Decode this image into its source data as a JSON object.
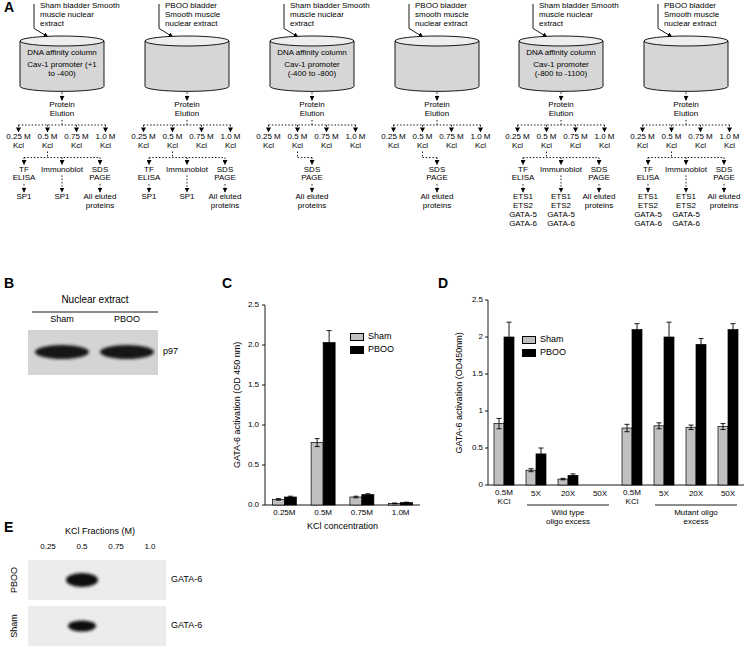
{
  "diagram": {
    "nodes": [
      {
        "text": [
          "DNA affinity column",
          "Cav-1 promoter (+1 to -400)"
        ]
      },
      {
        "text": [
          "DNA affinity column",
          "Cav-1 promoter (-400 to -800)"
        ]
      },
      {
        "text": [
          "DNA affinity column",
          "Cav-1 promoter (-800 to -1100)"
        ]
      }
    ],
    "labels": [
      "A",
      "Sham bladder Smooth muscle nuclear extract",
      "Protein Elution",
      "0.25 M Kcl",
      "0.5 M Kcl",
      "0.75 M Kcl",
      "1.0 M Kcl",
      "TF ELISA",
      "Immunoblot",
      "SDS PAGE",
      "SP1",
      "SP1",
      "All eluted proteins",
      "PBOO bladder Smooth muscle nuclear extract",
      "Protein Elution",
      "0.25 M Kcl",
      "0.5 M Kcl",
      "0.75 M Kcl",
      "1.0 M Kcl",
      "TF ELISA",
      "Immunoblot",
      "SDS PAGE",
      "SP1",
      "SP1",
      "All eluted proteins",
      "Sham bladder Smooth muscle nuclear extract",
      "Protein Elution",
      "0.25 M Kcl",
      "0.5 M Kcl",
      "0.75 M Kcl",
      "1.0 M Kcl",
      "SDS PAGE",
      "All eluted proteins",
      "PBOO bladder smooth muscle nuclear extract",
      "Protein Elution",
      "0.25 M Kcl",
      "0.5 M Kcl",
      "0.75 M Kcl",
      "1.0 M Kcl",
      "SDS PAGE",
      "All eluted proteins",
      "Sham bladder Smooth muscle nuclear extract",
      "Protein Elution",
      "0.25 M Kcl",
      "0.5 M Kcl",
      "0.75 M Kcl",
      "1.0 M Kcl",
      "TF ELISA",
      "Immunoblot",
      "SDS PAGE",
      "ETS1 ETS2 GATA-5 GATA-6",
      "ETS1 ETS2 GATA-5 GATA-6",
      "All eluted proteins",
      "PBOO bladder Smooth muscle nuclear extract",
      "Protein Elution",
      "0.25 M Kcl",
      "0.5 M Kcl",
      "0.75 M Kcl",
      "1.0 M Kcl",
      "TF ELISA",
      "Immunoblot",
      "SDS PAGE",
      "ETS1 ETS2 GATA-5 GATA-6",
      "ETS1 ETS2 GATA-5 GATA-6",
      "All eluted proteins",
      "B",
      "Nuclear extract",
      "Sham",
      "PBOO",
      "p97",
      "C",
      "GATA-6 activation (OD 450 nm)",
      "0.0",
      "0.5",
      "1.0",
      "1.5",
      "2.0",
      "2.5",
      "0.25M",
      "0.5M",
      "0.75M",
      "1.0M",
      "KCl concentration",
      "D",
      "GATA-6 activation (OD450nm)",
      "0",
      "0.5",
      "1",
      "1.5",
      "2",
      "2.5",
      "0.5M KCl",
      "5X",
      "20X",
      "50X",
      "Wild type oligo excess",
      "0.5M KCl",
      "5X",
      "20X",
      "50X",
      "Mutant oligo excess",
      "E",
      "KCl Fractions (M)",
      "0.25",
      "0.5",
      "0.75",
      "1.0",
      "PBOO",
      "Sham",
      "GATA-6",
      "GATA-6"
    ],
    "legend": [
      {
        "text": "Sham",
        "color": "#c0c0c0"
      },
      {
        "text": "PBOO",
        "color": "#000000"
      },
      {
        "text": "Sham",
        "color": "#c0c0c0"
      },
      {
        "text": "PBOO",
        "color": "#000000"
      }
    ]
  }
}
